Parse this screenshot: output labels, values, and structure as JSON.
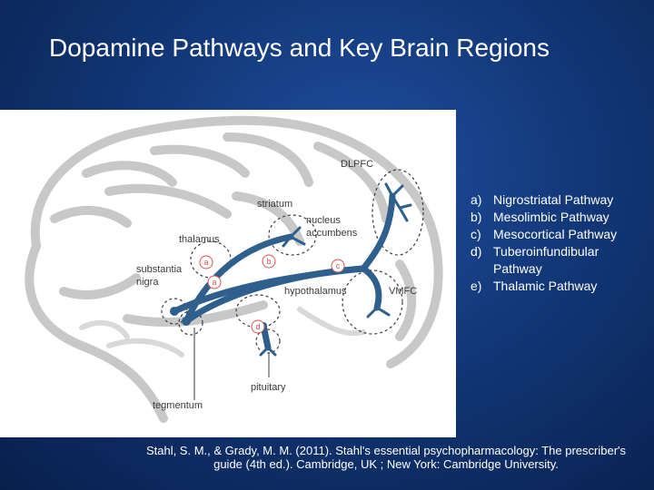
{
  "title": "Dopamine Pathways and Key Brain Regions",
  "diagram": {
    "labels": {
      "dlpfc": "DLPFC",
      "striatum": "striatum",
      "nucleus_accumbens_line1": "nucleus",
      "nucleus_accumbens_line2": "accumbens",
      "thalamus": "thalamus",
      "substantia_nigra_line1": "substantia",
      "substantia_nigra_line2": "nigra",
      "hypothalamus": "hypothalamus",
      "vmfc": "VMFC",
      "pituitary": "pituitary",
      "tegmentum": "tegmentum"
    },
    "pathway_markers": {
      "a1": "a",
      "a2": "a",
      "b": "b",
      "c": "c",
      "d": "d"
    }
  },
  "legend": [
    {
      "marker": "a)",
      "text": "Nigrostriatal Pathway"
    },
    {
      "marker": "b)",
      "text": "Mesolimbic Pathway"
    },
    {
      "marker": "c)",
      "text": "Mesocortical Pathway"
    },
    {
      "marker": "d)",
      "text": "Tuberoinfundibular Pathway"
    },
    {
      "marker": "e)",
      "text": "Thalamic Pathway"
    }
  ],
  "citation": "Stahl, S. M., & Grady, M. M. (2011). Stahl's essential psychopharmacology: The prescriber's guide (4th ed.). Cambridge, UK ; New York: Cambridge University.",
  "colors": {
    "pathway": "#2f5f8c",
    "marker_circle": "#d9534f",
    "brain_outline": "#c8c8c8"
  }
}
